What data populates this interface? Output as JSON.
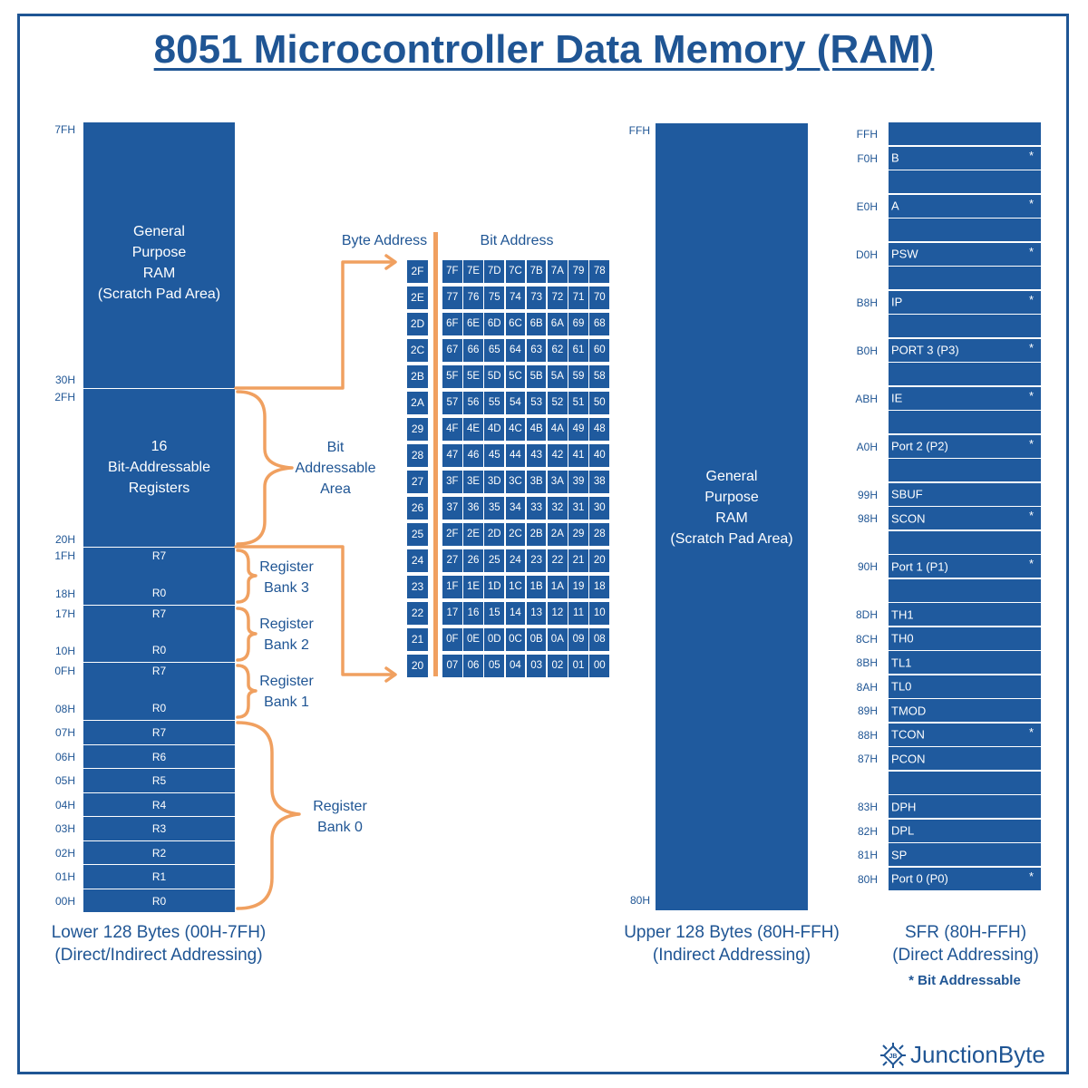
{
  "title": "8051 Microcontroller Data Memory (RAM)",
  "lower": {
    "general_purpose_text": [
      "General",
      "Purpose",
      "RAM",
      "(Scratch Pad Area)"
    ],
    "bit_addressable_text": [
      "16",
      "Bit-Addressable",
      "Registers"
    ],
    "addr_7fh": "7FH",
    "addr_30h": "30H",
    "addr_2fh": "2FH",
    "addr_20h": "20H",
    "bank3": {
      "top_addr": "1FH",
      "bot_addr": "18H",
      "top_reg": "R7",
      "bot_reg": "R0"
    },
    "bank2": {
      "top_addr": "17H",
      "bot_addr": "10H",
      "top_reg": "R7",
      "bot_reg": "R0"
    },
    "bank1": {
      "top_addr": "0FH",
      "bot_addr": "08H",
      "top_reg": "R7",
      "bot_reg": "R0"
    },
    "bank0_rows": [
      {
        "addr": "07H",
        "reg": "R7"
      },
      {
        "addr": "06H",
        "reg": "R6"
      },
      {
        "addr": "05H",
        "reg": "R5"
      },
      {
        "addr": "04H",
        "reg": "R4"
      },
      {
        "addr": "03H",
        "reg": "R3"
      },
      {
        "addr": "02H",
        "reg": "R2"
      },
      {
        "addr": "01H",
        "reg": "R1"
      },
      {
        "addr": "00H",
        "reg": "R0"
      }
    ],
    "caption_line1": "Lower 128 Bytes (00H-7FH)",
    "caption_line2": "(Direct/Indirect Addressing)"
  },
  "annotations": {
    "bit_addressable_area": [
      "Bit",
      "Addressable",
      "Area"
    ],
    "register_bank_3": [
      "Register",
      "Bank 3"
    ],
    "register_bank_2": [
      "Register",
      "Bank 2"
    ],
    "register_bank_1": [
      "Register",
      "Bank 1"
    ],
    "register_bank_0": [
      "Register",
      "Bank 0"
    ]
  },
  "bit_table": {
    "byte_header": "Byte Address",
    "bit_header": "Bit Address",
    "rows": [
      {
        "byte": "2F",
        "bits": [
          "7F",
          "7E",
          "7D",
          "7C",
          "7B",
          "7A",
          "79",
          "78"
        ]
      },
      {
        "byte": "2E",
        "bits": [
          "77",
          "76",
          "75",
          "74",
          "73",
          "72",
          "71",
          "70"
        ]
      },
      {
        "byte": "2D",
        "bits": [
          "6F",
          "6E",
          "6D",
          "6C",
          "6B",
          "6A",
          "69",
          "68"
        ]
      },
      {
        "byte": "2C",
        "bits": [
          "67",
          "66",
          "65",
          "64",
          "63",
          "62",
          "61",
          "60"
        ]
      },
      {
        "byte": "2B",
        "bits": [
          "5F",
          "5E",
          "5D",
          "5C",
          "5B",
          "5A",
          "59",
          "58"
        ]
      },
      {
        "byte": "2A",
        "bits": [
          "57",
          "56",
          "55",
          "54",
          "53",
          "52",
          "51",
          "50"
        ]
      },
      {
        "byte": "29",
        "bits": [
          "4F",
          "4E",
          "4D",
          "4C",
          "4B",
          "4A",
          "49",
          "48"
        ]
      },
      {
        "byte": "28",
        "bits": [
          "47",
          "46",
          "45",
          "44",
          "43",
          "42",
          "41",
          "40"
        ]
      },
      {
        "byte": "27",
        "bits": [
          "3F",
          "3E",
          "3D",
          "3C",
          "3B",
          "3A",
          "39",
          "38"
        ]
      },
      {
        "byte": "26",
        "bits": [
          "37",
          "36",
          "35",
          "34",
          "33",
          "32",
          "31",
          "30"
        ]
      },
      {
        "byte": "25",
        "bits": [
          "2F",
          "2E",
          "2D",
          "2C",
          "2B",
          "2A",
          "29",
          "28"
        ]
      },
      {
        "byte": "24",
        "bits": [
          "27",
          "26",
          "25",
          "24",
          "23",
          "22",
          "21",
          "20"
        ]
      },
      {
        "byte": "23",
        "bits": [
          "1F",
          "1E",
          "1D",
          "1C",
          "1B",
          "1A",
          "19",
          "18"
        ]
      },
      {
        "byte": "22",
        "bits": [
          "17",
          "16",
          "15",
          "14",
          "13",
          "12",
          "11",
          "10"
        ]
      },
      {
        "byte": "21",
        "bits": [
          "0F",
          "0E",
          "0D",
          "0C",
          "0B",
          "0A",
          "09",
          "08"
        ]
      },
      {
        "byte": "20",
        "bits": [
          "07",
          "06",
          "05",
          "04",
          "03",
          "02",
          "01",
          "00"
        ]
      }
    ]
  },
  "upper": {
    "top_addr": "FFH",
    "bot_addr": "80H",
    "text": [
      "General",
      "Purpose",
      "RAM",
      "(Scratch Pad Area)"
    ],
    "caption_line1": "Upper 128 Bytes (80H-FFH)",
    "caption_line2": "(Indirect Addressing)"
  },
  "sfr": {
    "rows": [
      {
        "addr": "FFH",
        "name": "",
        "star": ""
      },
      {
        "addr": "F0H",
        "name": "B",
        "star": "*"
      },
      {
        "addr": "",
        "name": "",
        "star": ""
      },
      {
        "addr": "E0H",
        "name": "A",
        "star": "*"
      },
      {
        "addr": "",
        "name": "",
        "star": ""
      },
      {
        "addr": "D0H",
        "name": "PSW",
        "star": "*"
      },
      {
        "addr": "",
        "name": "",
        "star": ""
      },
      {
        "addr": "B8H",
        "name": "IP",
        "star": "*"
      },
      {
        "addr": "",
        "name": "",
        "star": ""
      },
      {
        "addr": "B0H",
        "name": "PORT 3 (P3)",
        "star": "*"
      },
      {
        "addr": "",
        "name": "",
        "star": ""
      },
      {
        "addr": "ABH",
        "name": "IE",
        "star": "*"
      },
      {
        "addr": "",
        "name": "",
        "star": ""
      },
      {
        "addr": "A0H",
        "name": "Port 2 (P2)",
        "star": "*"
      },
      {
        "addr": "",
        "name": "",
        "star": ""
      },
      {
        "addr": "99H",
        "name": "SBUF",
        "star": ""
      },
      {
        "addr": "98H",
        "name": "SCON",
        "star": "*"
      },
      {
        "addr": "",
        "name": "",
        "star": ""
      },
      {
        "addr": "90H",
        "name": "Port 1 (P1)",
        "star": "*"
      },
      {
        "addr": "",
        "name": "",
        "star": ""
      },
      {
        "addr": "8DH",
        "name": "TH1",
        "star": ""
      },
      {
        "addr": "8CH",
        "name": "TH0",
        "star": ""
      },
      {
        "addr": "8BH",
        "name": "TL1",
        "star": ""
      },
      {
        "addr": "8AH",
        "name": "TL0",
        "star": ""
      },
      {
        "addr": "89H",
        "name": "TMOD",
        "star": ""
      },
      {
        "addr": "88H",
        "name": "TCON",
        "star": "*"
      },
      {
        "addr": "87H",
        "name": "PCON",
        "star": ""
      },
      {
        "addr": "",
        "name": "",
        "star": ""
      },
      {
        "addr": "83H",
        "name": "DPH",
        "star": ""
      },
      {
        "addr": "82H",
        "name": "DPL",
        "star": ""
      },
      {
        "addr": "81H",
        "name": "SP",
        "star": ""
      },
      {
        "addr": "80H",
        "name": "Port 0 (P0)",
        "star": "*"
      }
    ],
    "caption_line1": "SFR (80H-FFH)",
    "caption_line2": "(Direct Addressing)",
    "note": "* Bit Addressable"
  },
  "brand": {
    "name": "JunctionByte",
    "logo_text": "JB"
  },
  "colors": {
    "block": "#1f5a9e",
    "text": "#1f5594",
    "accent": "#f0a060"
  }
}
